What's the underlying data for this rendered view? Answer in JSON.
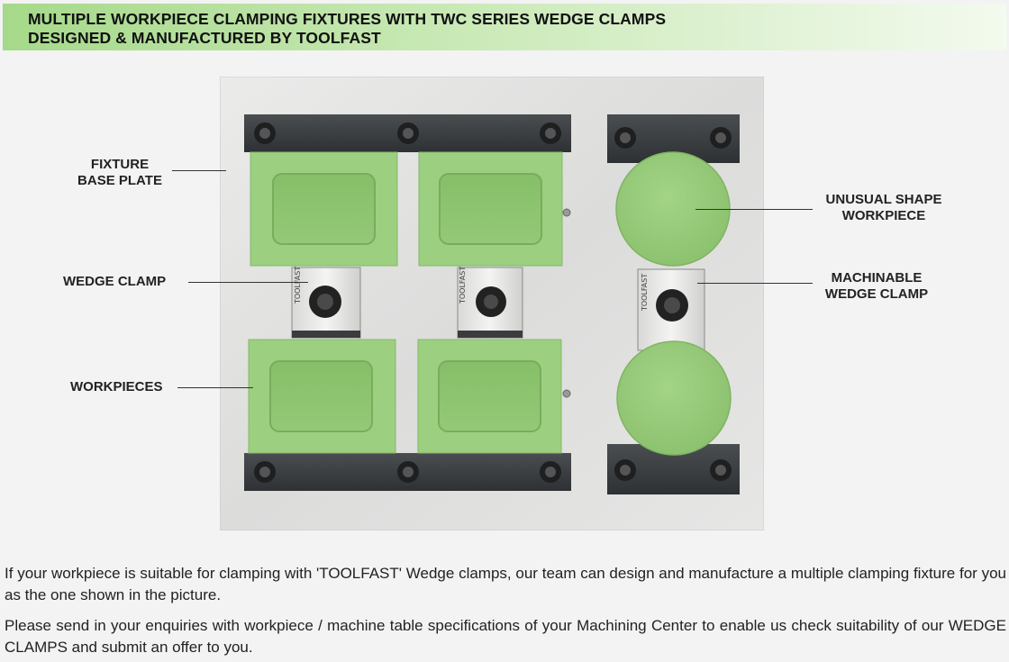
{
  "header": {
    "line1": "MULTIPLE WORKPIECE CLAMPING FIXTURES WITH TWC SERIES WEDGE CLAMPS",
    "line2": "DESIGNED & MANUFACTURED BY TOOLFAST"
  },
  "labels": {
    "fixture_base_plate": {
      "line1": "FIXTURE",
      "line2": "BASE PLATE"
    },
    "wedge_clamp": "WEDGE CLAMP",
    "workpieces": "WORKPIECES",
    "unusual_shape_workpiece": {
      "line1": "UNUSUAL SHAPE",
      "line2": "WORKPIECE"
    },
    "machinable_wedge_clamp": {
      "line1": "MACHINABLE",
      "line2": "WEDGE CLAMP"
    }
  },
  "description": {
    "paragraph1": "If your workpiece is suitable for clamping with 'TOOLFAST' Wedge clamps, our team can design and manufacture a multiple clamping fixture for you as the one shown in the picture.",
    "paragraph2": "Please send in your enquiries with workpiece / machine table specifications of your Machining Center to enable us check suitability of our WEDGE CLAMPS and submit an offer to you."
  },
  "colors": {
    "banner_green": "#a6d98a",
    "workpiece_green": "#9ccf80",
    "clamp_bar": "#3c4043",
    "base_plate": "#e4e4e2"
  }
}
